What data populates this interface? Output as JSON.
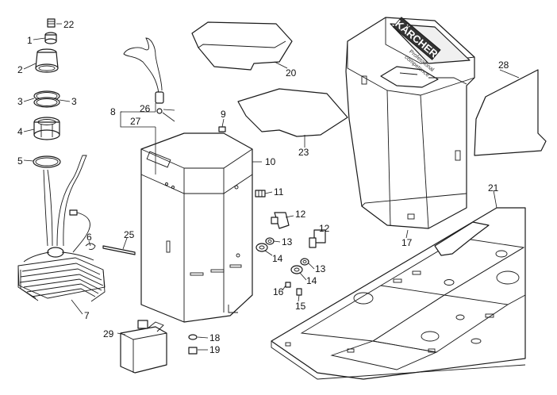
{
  "labels": {
    "p1": "1",
    "p2": "2",
    "p3a": "3",
    "p3b": "3",
    "p4": "4",
    "p5": "5",
    "p6": "6",
    "p7": "7",
    "p8": "8",
    "p9": "9",
    "p10": "10",
    "p11": "11",
    "p12a": "12",
    "p12b": "12",
    "p13a": "13",
    "p13b": "13",
    "p14a": "14",
    "p14b": "14",
    "p15": "15",
    "p16": "16",
    "p17": "17",
    "p18": "18",
    "p19": "19",
    "p20": "20",
    "p21": "21",
    "p22": "22",
    "p23": "23",
    "p25": "25",
    "p26": "26",
    "p27": "27",
    "p28": "28",
    "p29": "29"
  },
  "brand": {
    "logo_text": "KÄRCHER",
    "line1": "Professional",
    "line2": "competence"
  }
}
